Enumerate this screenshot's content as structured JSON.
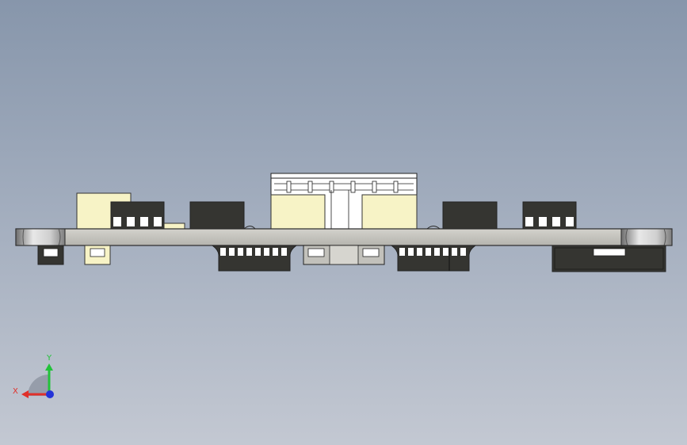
{
  "view": {
    "type": "cad-side-view",
    "background_top": "#8796ab",
    "background_bottom": "#c3c8d2"
  },
  "colors": {
    "pcb": "#c2c1bb",
    "pcb_edge": "#2a2a2a",
    "connector_dark": "#353531",
    "connector_cream": "#f7f3c6",
    "pin_white": "#ffffff",
    "mount_metal": "#d8d8d8"
  },
  "triad": {
    "x_label": "X",
    "y_label": "Y",
    "x_color": "#e0302a",
    "y_color": "#22c23a",
    "z_color": "#2433d8"
  }
}
